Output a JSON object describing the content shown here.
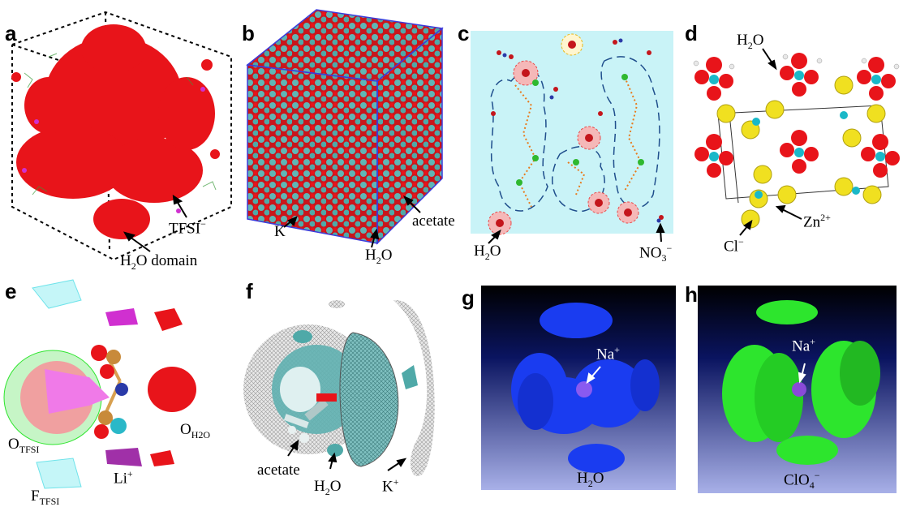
{
  "panel_letters": {
    "a": "a",
    "b": "b",
    "c": "c",
    "d": "d",
    "e": "e",
    "f": "f",
    "g": "g",
    "h": "h"
  },
  "a": {
    "tfsi": "TFSI",
    "tfsi_sup": "−",
    "h2o_h": "H",
    "h2o_sub": "2",
    "h2o_rest": "O domain"
  },
  "b": {
    "k": "K",
    "h2o_h": "H",
    "h2o_sub": "2",
    "h2o_o": "O",
    "acetate": "acetate"
  },
  "c": {
    "h2o_h": "H",
    "h2o_sub": "2",
    "h2o_o": "O",
    "no3_no": "NO",
    "no3_sub": "3",
    "no3_sup": "−"
  },
  "d": {
    "h2o_h": "H",
    "h2o_sub": "2",
    "h2o_o": "O",
    "zn": "Zn",
    "zn_sup": "2+",
    "cl": "Cl",
    "cl_sup": "−"
  },
  "e": {
    "o_tfsi": "O",
    "o_tfsi_sub": "TFSI",
    "o_h2o": "O",
    "o_h2o_sub": "H2O",
    "li": "Li",
    "li_sup": "+",
    "f_tfsi": "F",
    "f_tfsi_sub": "TFSI"
  },
  "f": {
    "acetate": "acetate",
    "h2o_h": "H",
    "h2o_sub": "2",
    "h2o_o": "O",
    "k": "K",
    "k_sup": "+"
  },
  "g": {
    "na": "Na",
    "na_sup": "+",
    "h2o_h": "H",
    "h2o_sub": "2",
    "h2o_o": "O"
  },
  "h": {
    "na": "Na",
    "na_sup": "+",
    "clo4": "ClO",
    "clo4_sub": "4",
    "clo4_sup": "−"
  },
  "colors": {
    "water_red": "#e8141a",
    "cyan": "#4fa9a8",
    "panel_c_bg": "#c9f3f7",
    "blue_iso": "#1a3cf0",
    "green_iso": "#2de52d",
    "magenta": "#d030d0",
    "yellow": "#f0e020"
  }
}
